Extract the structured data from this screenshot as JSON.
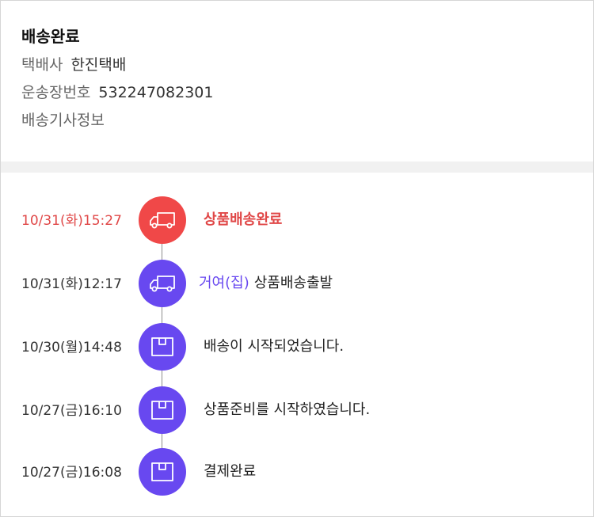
{
  "summary": {
    "status_title": "배송완료",
    "courier_label": "택배사",
    "courier_value": "한진택배",
    "tracking_label": "운송장번호",
    "tracking_value": "532247082301",
    "driver_info_label": "배송기사정보"
  },
  "colors": {
    "active": "#f04848",
    "active_text": "#e04848",
    "accent": "#6848f0"
  },
  "timeline": [
    {
      "time": "10/31(화)15:27",
      "place": "",
      "message": "상품배송완료",
      "icon": "delivery-truck-icon",
      "active": true
    },
    {
      "time": "10/31(화)12:17",
      "place": "거여(집)",
      "message": "상품배송출발",
      "icon": "delivery-truck-icon",
      "active": false
    },
    {
      "time": "10/30(월)14:48",
      "place": "",
      "message": "배송이 시작되었습니다.",
      "icon": "package-box-icon",
      "active": false
    },
    {
      "time": "10/27(금)16:10",
      "place": "",
      "message": "상품준비를 시작하였습니다.",
      "icon": "package-box-icon",
      "active": false
    },
    {
      "time": "10/27(금)16:08",
      "place": "",
      "message": "결제완료",
      "icon": "package-box-icon",
      "active": false
    }
  ]
}
